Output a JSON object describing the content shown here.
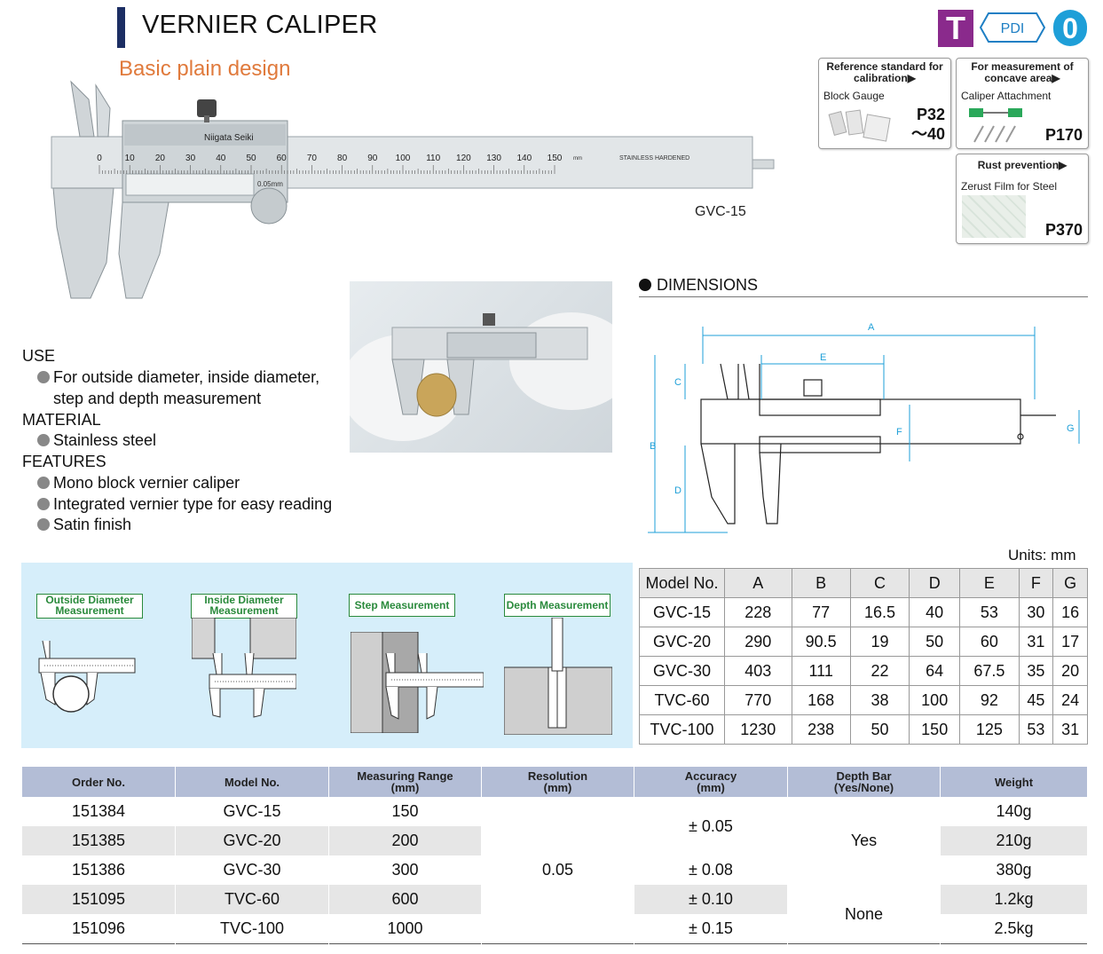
{
  "header": {
    "title": "VERNIER CALIPER",
    "subtitle": "Basic plain design",
    "badge_t": "T",
    "badge_pdi": "PDI",
    "badge_zero": "0"
  },
  "reference": {
    "calibration": {
      "heading": "Reference standard for calibration▶",
      "item": "Block Gauge",
      "page": "P32\n～40"
    },
    "concave": {
      "heading": "For measurement of concave area▶",
      "item": "Caliper Attachment",
      "page": "P170"
    },
    "rust": {
      "heading": "Rust prevention▶",
      "item": "Zerust Film for Steel",
      "page": "P370"
    }
  },
  "caliper": {
    "model_label": "GVC-15",
    "brand": "Niigata Seiki",
    "scale_numbers": [
      "0",
      "10",
      "20",
      "30",
      "40",
      "50",
      "60",
      "70",
      "80",
      "90",
      "100",
      "110",
      "120",
      "130",
      "140",
      "150"
    ],
    "scale_unit": "mm",
    "scale_note": "STAINLESS HARDENED",
    "vernier_note": "0.05mm"
  },
  "dimensions": {
    "heading": "DIMENSIONS",
    "letters": [
      "A",
      "B",
      "C",
      "D",
      "E",
      "F",
      "G"
    ],
    "units": "Units: mm",
    "columns": [
      "Model No.",
      "A",
      "B",
      "C",
      "D",
      "E",
      "F",
      "G"
    ],
    "rows": [
      [
        "GVC-15",
        "228",
        "77",
        "16.5",
        "40",
        "53",
        "30",
        "16"
      ],
      [
        "GVC-20",
        "290",
        "90.5",
        "19",
        "50",
        "60",
        "31",
        "17"
      ],
      [
        "GVC-30",
        "403",
        "111",
        "22",
        "64",
        "67.5",
        "35",
        "20"
      ],
      [
        "TVC-60",
        "770",
        "168",
        "38",
        "100",
        "92",
        "45",
        "24"
      ],
      [
        "TVC-100",
        "1230",
        "238",
        "50",
        "150",
        "125",
        "53",
        "31"
      ]
    ]
  },
  "specs": {
    "use_heading": "USE",
    "use_items": [
      "For outside diameter, inside diameter,",
      "step and depth measurement"
    ],
    "material_heading": "MATERIAL",
    "material_items": [
      "Stainless steel"
    ],
    "features_heading": "FEATURES",
    "features_items": [
      "Mono block vernier caliper",
      "Integrated vernier type for easy reading",
      "Satin finish"
    ]
  },
  "measurement_types": [
    "Outside Diameter\nMeasurement",
    "Inside Diameter\nMeasurement",
    "Step Measurement",
    "Depth Measurement"
  ],
  "order_table": {
    "columns": [
      "Order No.",
      "Model No.",
      "Measuring Range\n(mm)",
      "Resolution\n(mm)",
      "Accuracy\n(mm)",
      "Depth Bar\n(Yes/None)",
      "Weight"
    ],
    "rows": [
      {
        "order": "151384",
        "model": "GVC-15",
        "range": "150",
        "weight": "140g"
      },
      {
        "order": "151385",
        "model": "GVC-20",
        "range": "200",
        "weight": "210g"
      },
      {
        "order": "151386",
        "model": "GVC-30",
        "range": "300",
        "weight": "380g"
      },
      {
        "order": "151095",
        "model": "TVC-60",
        "range": "600",
        "weight": "1.2kg"
      },
      {
        "order": "151096",
        "model": "TVC-100",
        "range": "1000",
        "weight": "2.5kg"
      }
    ],
    "resolution": "0.05",
    "accuracy": [
      "± 0.05",
      "± 0.08",
      "± 0.10",
      "± 0.15"
    ],
    "depth_bar": [
      "Yes",
      "None"
    ]
  },
  "colors": {
    "accent": "#1c2e63",
    "subtitle": "#e07a3c",
    "panel": "#d6eefa",
    "table_head": "#b3bdd6",
    "badge": "#8a2a8c",
    "green": "#2a8a3c"
  }
}
